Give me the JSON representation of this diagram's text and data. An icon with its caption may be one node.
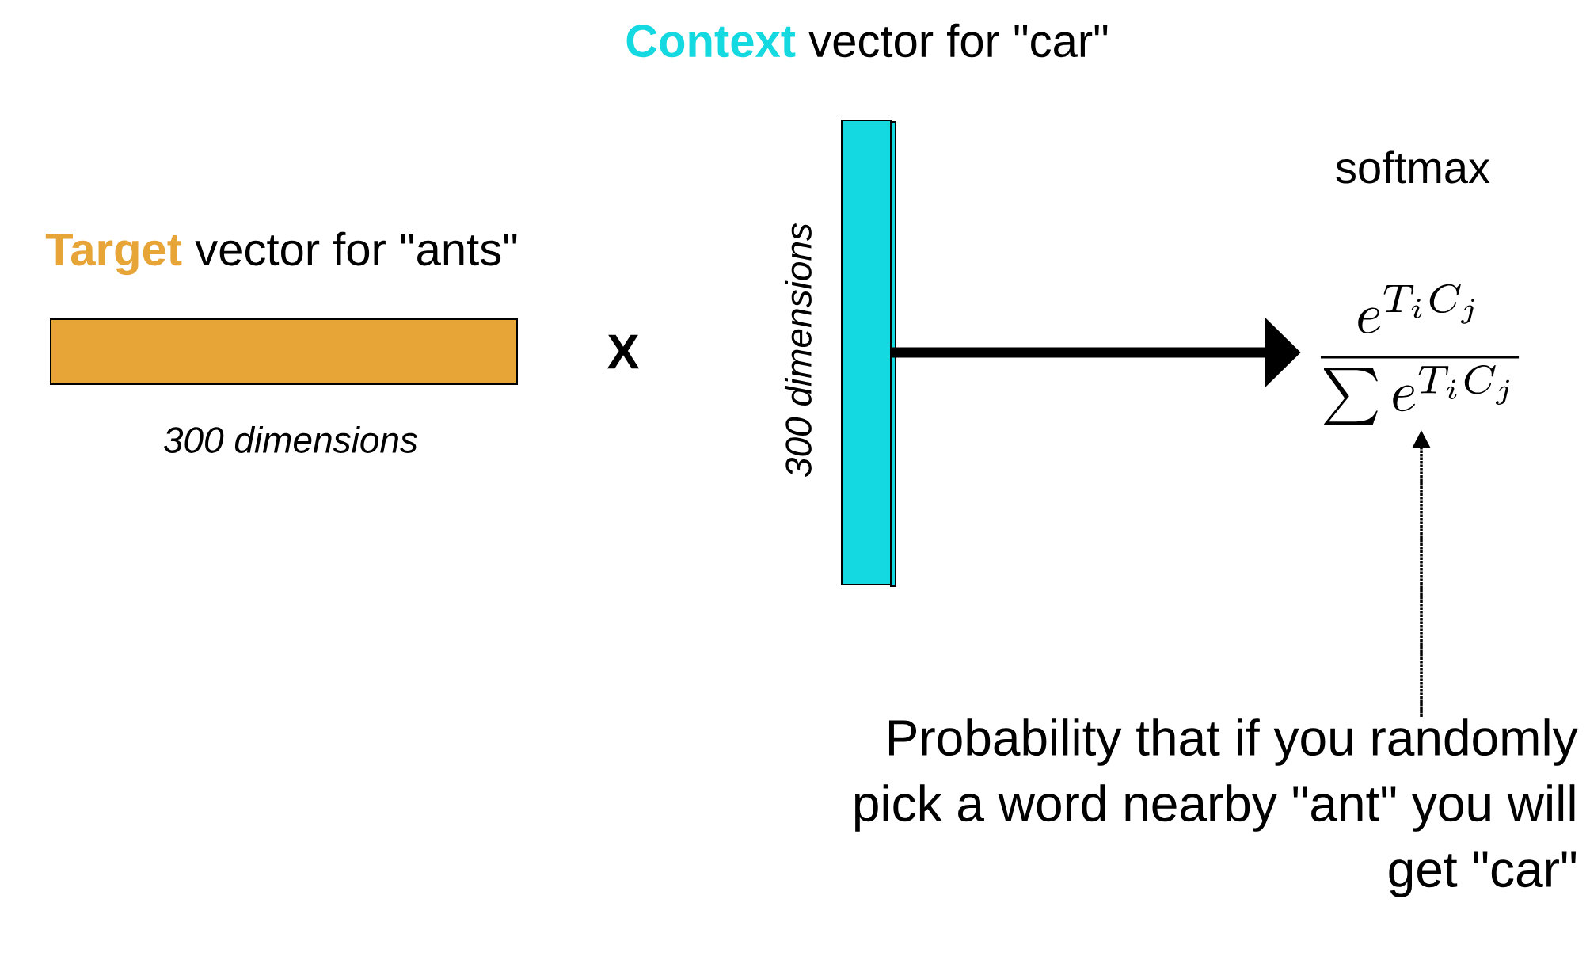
{
  "diagram": {
    "nodes": [
      {
        "text": [
          "Target",
          "vector for \"ants\""
        ],
        "beside": [
          "300 dimensions"
        ]
      },
      {
        "text": [
          "Context",
          "vector for \"car\""
        ],
        "beside": [
          "300 dimensions"
        ]
      },
      {
        "text": [
          "softmax",
          "\\frac{e^{T_iC_j}}{\\sum e^{T_iC_j}}"
        ]
      },
      {
        "text": [
          "Probability that if you randomly pick a word nearby \"ant\" you will get \"car\""
        ]
      }
    ],
    "edges": [
      {
        "from": 1,
        "to": 2,
        "arrow": "to",
        "style": "thick"
      },
      {
        "from": 3,
        "to": 2,
        "arrow": "to",
        "style": "dashed"
      }
    ],
    "labels": [
      "X"
    ]
  }
}
